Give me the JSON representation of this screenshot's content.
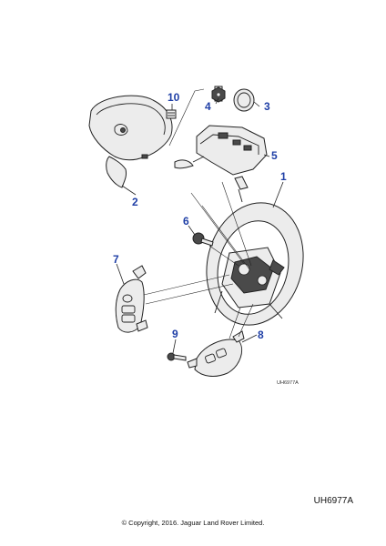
{
  "diagram": {
    "callouts": [
      "1",
      "2",
      "3",
      "4",
      "5",
      "6",
      "7",
      "8",
      "9",
      "10"
    ],
    "drawing_code_small": "UH6977A",
    "drawing_code": "UH6977A",
    "copyright": "© Copyright, 2016. Jaguar Land Rover Limited."
  }
}
